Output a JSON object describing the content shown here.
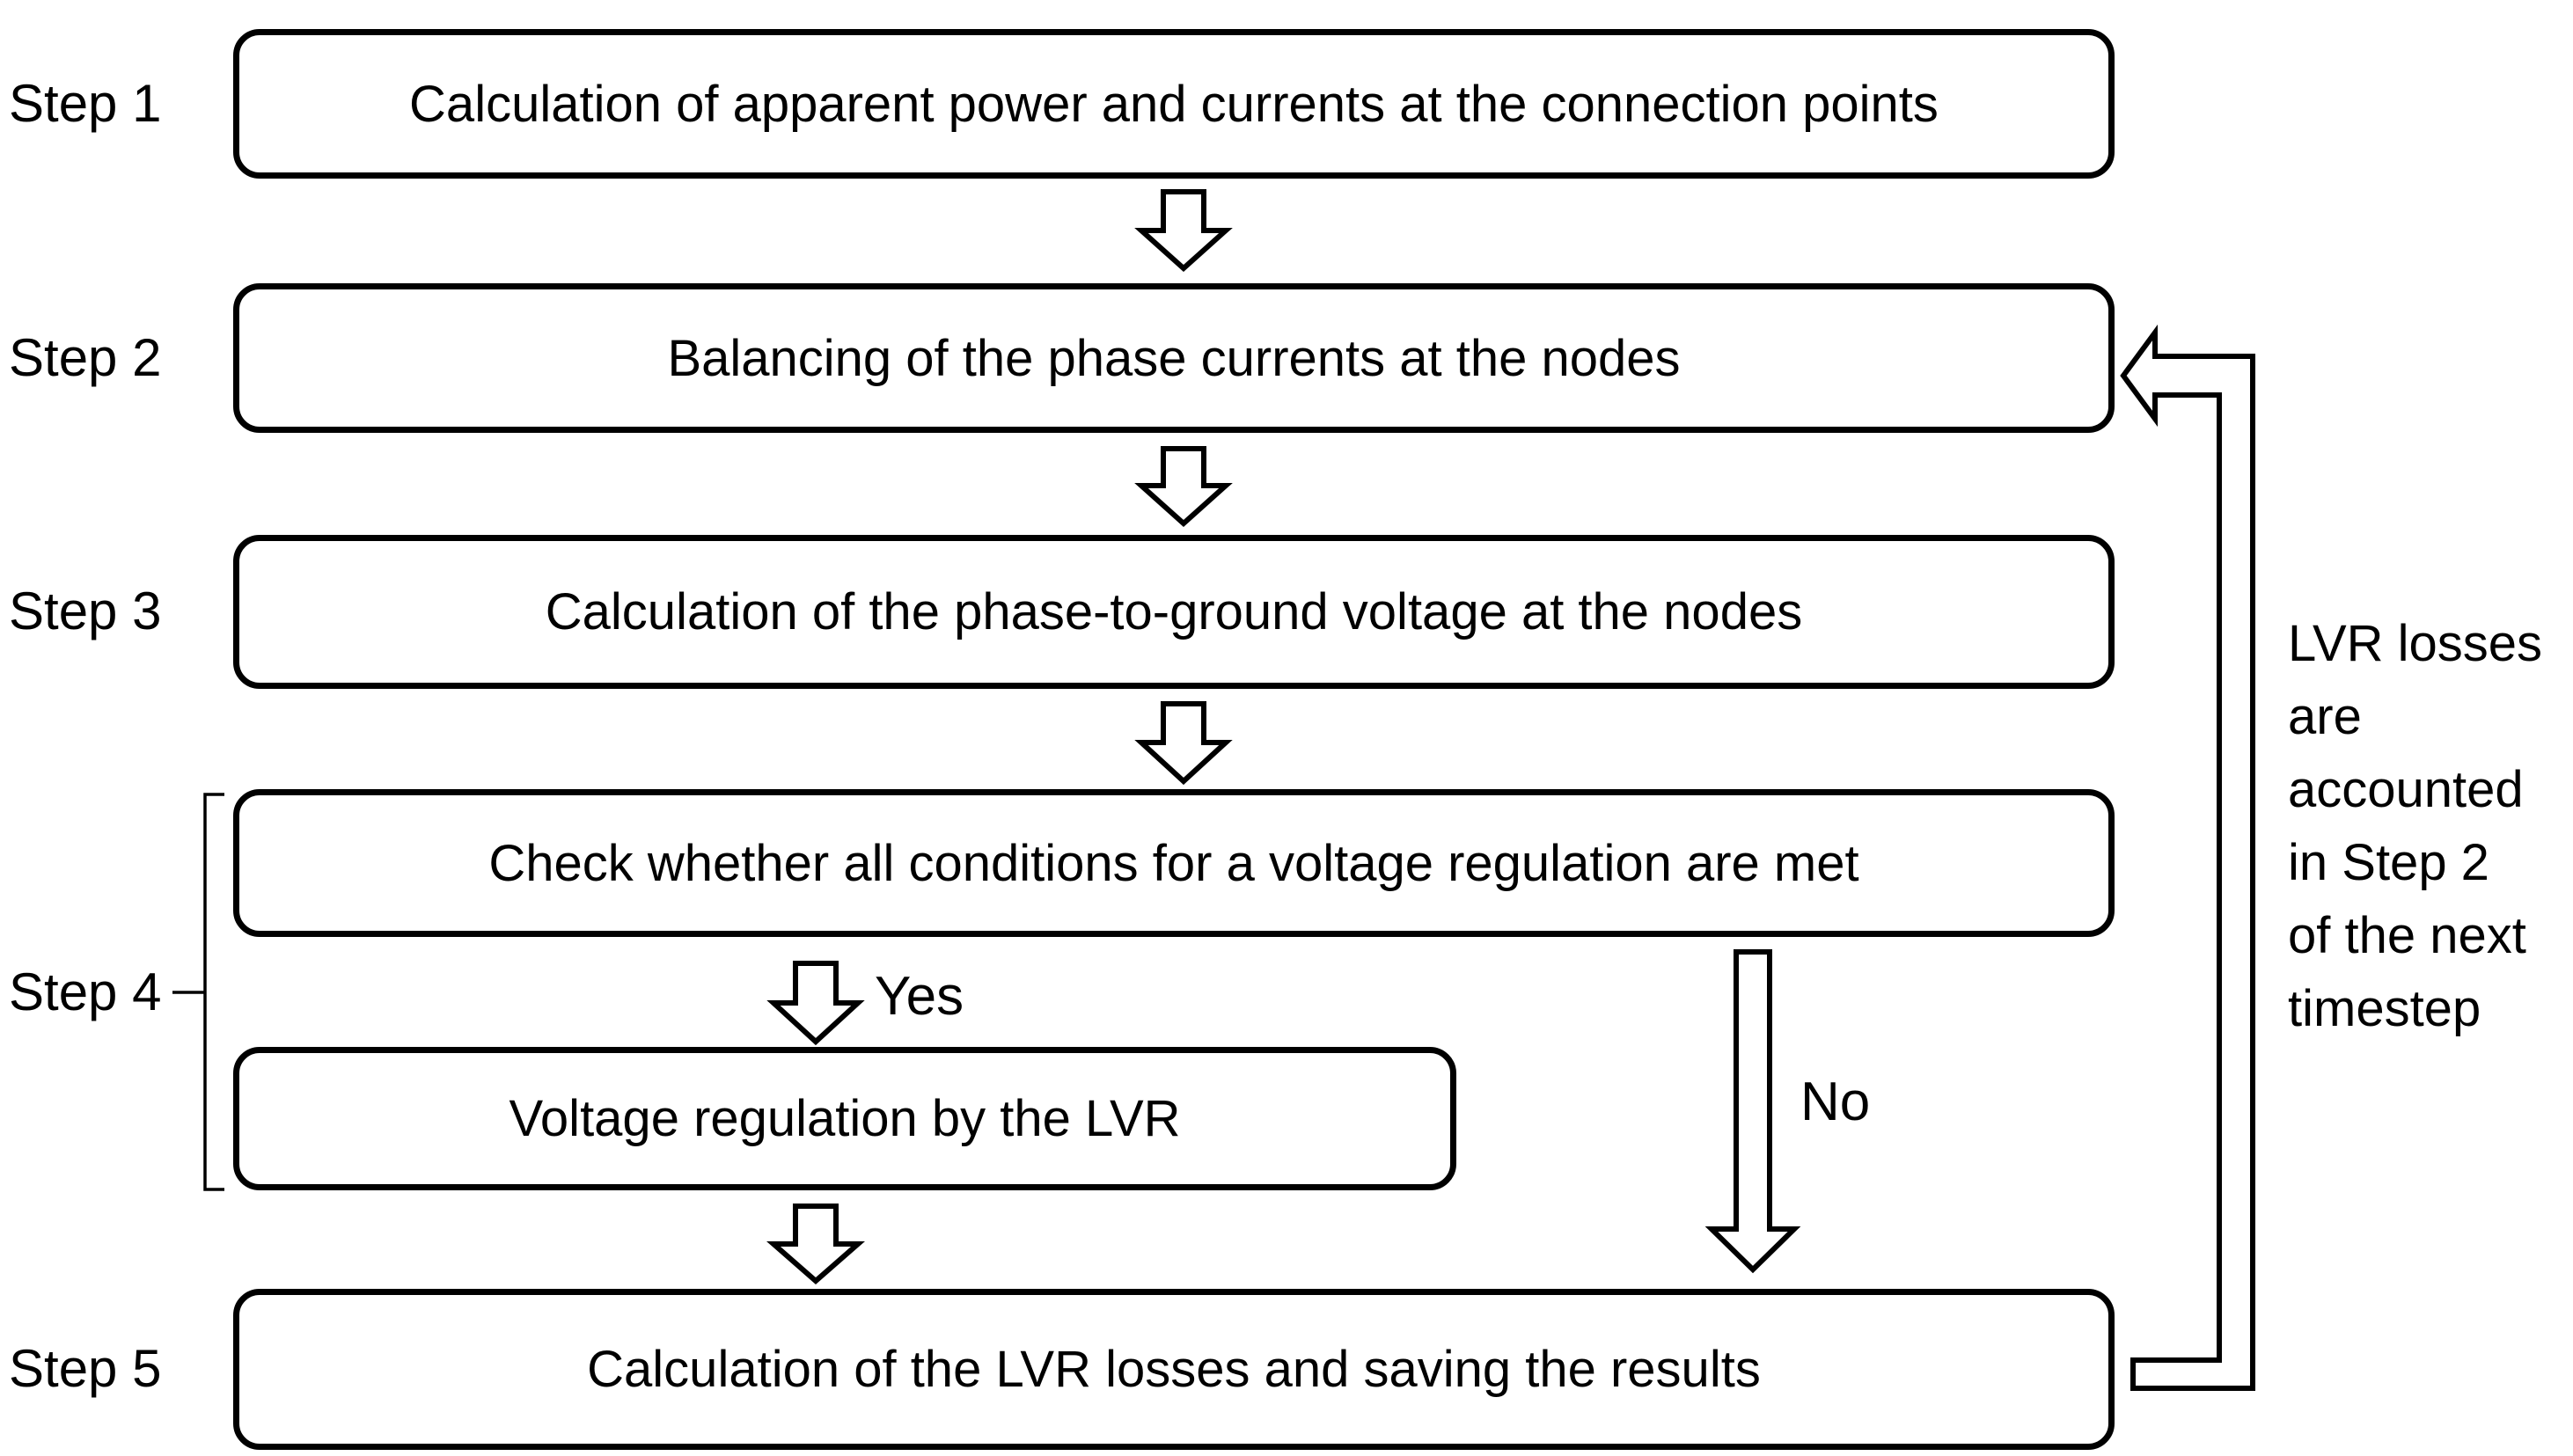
{
  "colors": {
    "background": "#ffffff",
    "line": "#000000",
    "text": "#000000"
  },
  "step_labels": [
    "Step 1",
    "Step 2",
    "Step 3",
    "Step 4",
    "Step 5"
  ],
  "boxes": {
    "step1": "Calculation of apparent power and currents at the connection points",
    "step2": "Balancing of the phase currents at the nodes",
    "step3": "Calculation of the phase-to-ground voltage at the nodes",
    "step4_check": "Check whether all conditions for a voltage regulation are met",
    "step4_action": "Voltage regulation by the LVR",
    "step5": "Calculation of the LVR losses and saving the results"
  },
  "connectors": [
    {
      "from": "step1",
      "to": "step2",
      "type": "down-arrow",
      "label": ""
    },
    {
      "from": "step2",
      "to": "step3",
      "type": "down-arrow",
      "label": ""
    },
    {
      "from": "step3",
      "to": "step4_check",
      "type": "down-arrow",
      "label": ""
    },
    {
      "from": "step4_check",
      "to": "step4_action",
      "type": "down-arrow",
      "label": "Yes"
    },
    {
      "from": "step4_action",
      "to": "step5",
      "type": "down-arrow",
      "label": ""
    },
    {
      "from": "step4_check",
      "to": "step5",
      "type": "long-down-arrow",
      "label": "No"
    },
    {
      "from": "step5",
      "to": "step2",
      "type": "feedback-loop",
      "label": ""
    }
  ],
  "side_note": {
    "lines": [
      "LVR losses",
      "are",
      "accounted",
      "in Step 2",
      "of the next",
      "timestep"
    ],
    "full_text": "LVR losses are accounted in Step 2 of the next timestep"
  }
}
